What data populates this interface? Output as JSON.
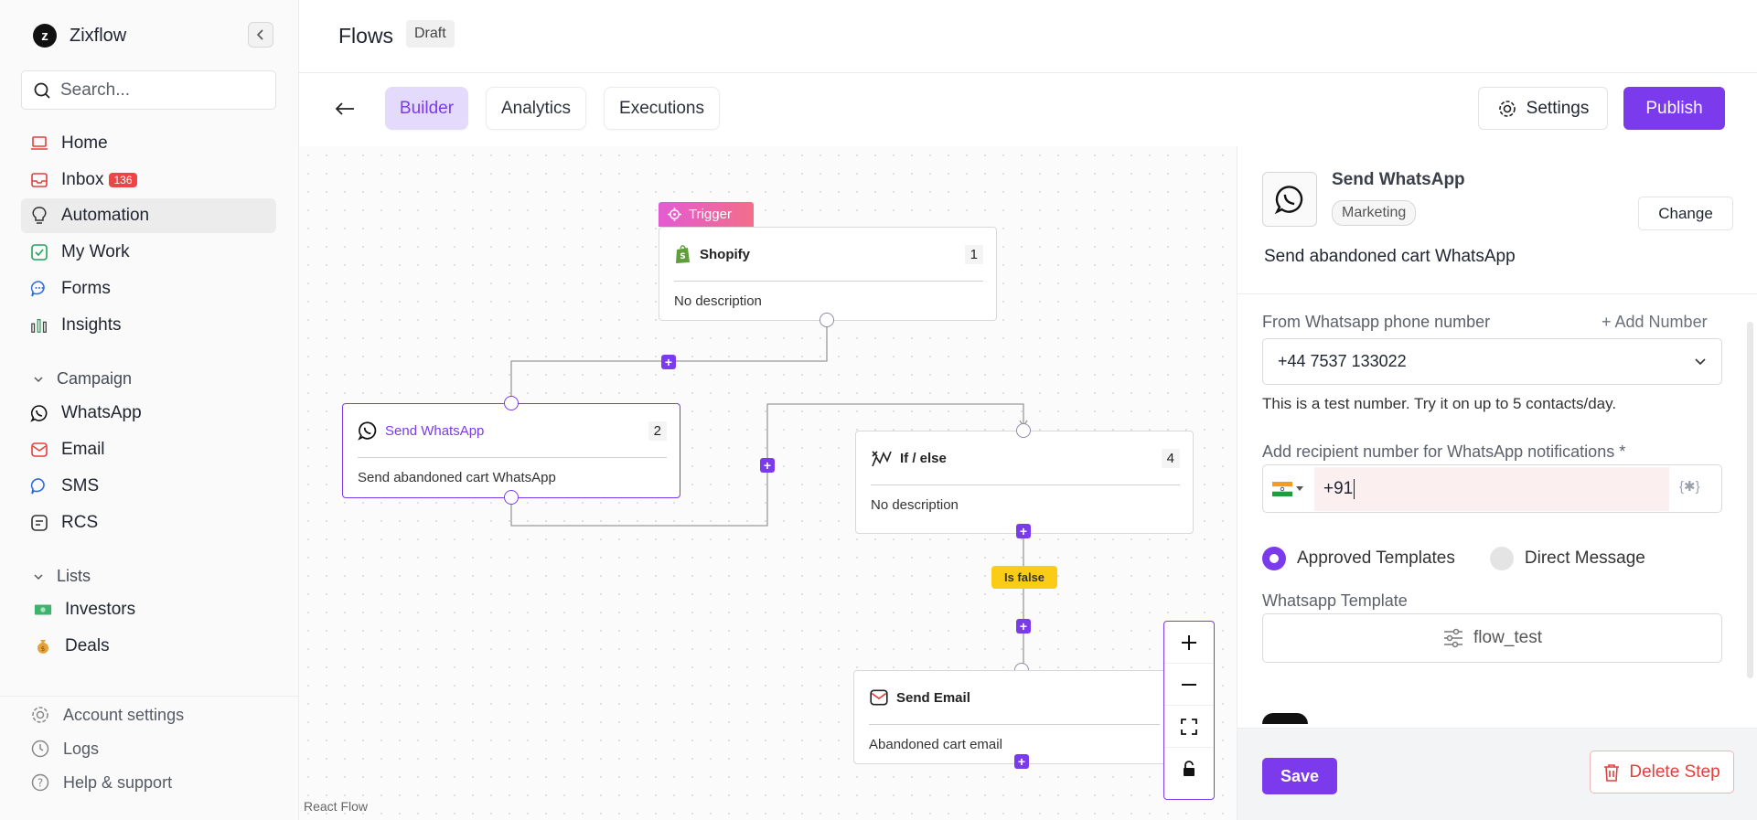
{
  "brand": {
    "name": "Zixflow",
    "logo_letter": "z"
  },
  "search": {
    "placeholder": "Search..."
  },
  "nav": {
    "items": [
      {
        "label": "Home",
        "icon": "laptop-icon"
      },
      {
        "label": "Inbox",
        "icon": "inbox-icon",
        "badge": "136"
      },
      {
        "label": "Automation",
        "icon": "lightbulb-icon",
        "active": true
      },
      {
        "label": "My Work",
        "icon": "check-square-icon"
      },
      {
        "label": "Forms",
        "icon": "chat-dots-icon"
      },
      {
        "label": "Insights",
        "icon": "bar-chart-icon"
      }
    ],
    "campaign_label": "Campaign",
    "campaign_items": [
      {
        "label": "WhatsApp",
        "icon": "whatsapp-icon"
      },
      {
        "label": "Email",
        "icon": "mail-icon"
      },
      {
        "label": "SMS",
        "icon": "sms-icon"
      },
      {
        "label": "RCS",
        "icon": "rcs-icon"
      }
    ],
    "lists_label": "Lists",
    "list_items": [
      {
        "label": "Investors",
        "icon": "money-icon"
      },
      {
        "label": "Deals",
        "icon": "money-bag-icon"
      }
    ],
    "footer": [
      {
        "label": "Account settings",
        "icon": "gear-icon"
      },
      {
        "label": "Logs",
        "icon": "clock-icon"
      },
      {
        "label": "Help & support",
        "icon": "help-icon"
      }
    ]
  },
  "header": {
    "title": "Flows",
    "status": "Draft"
  },
  "toolbar": {
    "tabs": [
      "Builder",
      "Analytics",
      "Executions"
    ],
    "active_tab": "Builder",
    "settings_label": "Settings",
    "publish_label": "Publish"
  },
  "canvas": {
    "trigger_label": "Trigger",
    "nodes": [
      {
        "title": "Shopify",
        "number": "1",
        "description": "No description"
      },
      {
        "title": "Send WhatsApp",
        "number": "2",
        "description": "Send abandoned cart WhatsApp"
      },
      {
        "title": "If / else",
        "number": "4",
        "description": "No description"
      },
      {
        "title": "Send Email",
        "number": "",
        "description": "Abandoned cart email"
      }
    ],
    "branch_label": "Is false",
    "attribution": "React Flow"
  },
  "panel": {
    "title": "Send WhatsApp",
    "category": "Marketing",
    "change_label": "Change",
    "step_name": "Send abandoned cart WhatsApp",
    "from_label": "From Whatsapp phone number",
    "add_number_label": "+ Add Number",
    "from_value": "+44 7537 133022",
    "test_hint": "This is a test number. Try it on up to 5 contacts/day.",
    "recipient_label": "Add recipient number for WhatsApp notifications *",
    "recipient_value": "+91",
    "variable_hint": "{✱}",
    "radio_options": [
      "Approved Templates",
      "Direct Message"
    ],
    "radio_selected": "Approved Templates",
    "template_label": "Whatsapp Template",
    "template_value": "flow_test",
    "save_label": "Save",
    "delete_label": "Delete Step"
  },
  "colors": {
    "accent": "#7c3aed",
    "danger": "#e0403d",
    "branch_false": "#facc15"
  }
}
